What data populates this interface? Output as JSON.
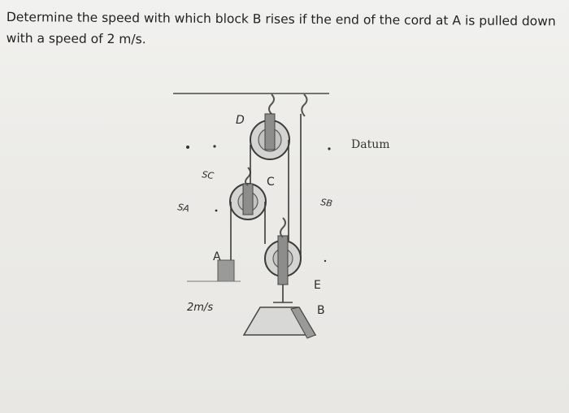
{
  "problem": {
    "text": "Determine the speed with which block B rises if the end of the cord at A is pulled down with a speed of 2 m/s."
  },
  "figure": {
    "labels": {
      "pulley_d": "D",
      "pulley_c": "C",
      "point_a": "A",
      "pulley_e": "E",
      "block_b": "B",
      "datum": "Datum",
      "s_a": "SA",
      "s_c": "SC",
      "s_b": "SB",
      "speed": "2m/s"
    }
  }
}
